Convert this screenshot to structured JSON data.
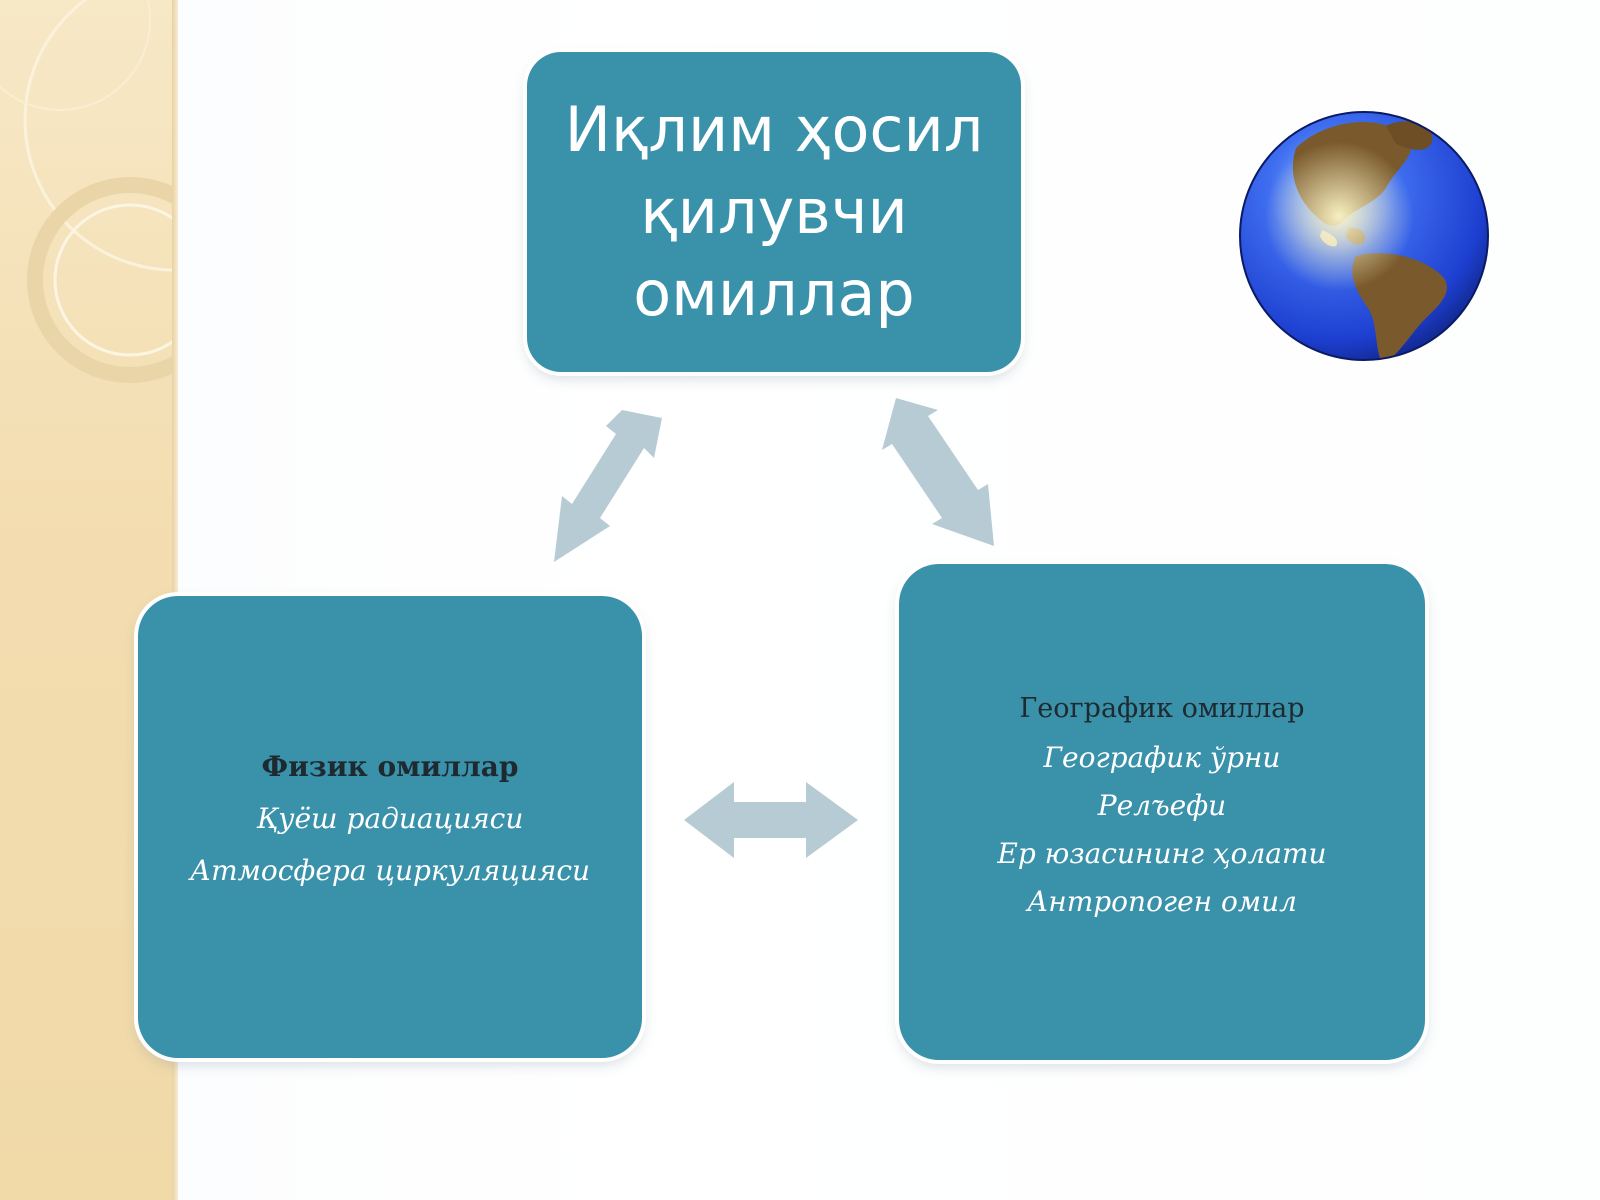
{
  "top_box": {
    "title": "Иқлим ҳосил қилувчи омиллар"
  },
  "left_box": {
    "heading": "Физик омиллар",
    "items": [
      "Қуёш радиацияси",
      "Атмосфера циркуляцияси"
    ]
  },
  "right_box": {
    "heading": "Географик омиллар",
    "items": [
      "Географик ўрни",
      "Релъефи",
      "Ер юзасининг ҳолати",
      "Антропоген омил"
    ]
  },
  "colors": {
    "box_fill": "#3a91aa",
    "arrow_fill": "#b7cbd5",
    "side_band": "#f3ddb0"
  },
  "icons": {
    "decoration": "earth-globe-icon"
  }
}
